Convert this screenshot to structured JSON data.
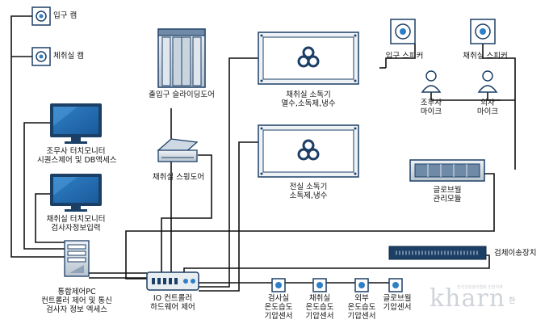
{
  "labels": {
    "entrance_cam": "입구 캠",
    "collection_cam": "체취실 캠",
    "reception_monitor": [
      "조무사 터치모니터",
      "시퀀스제어 및 DB액세스"
    ],
    "collection_monitor": [
      "채취실 터치모니터",
      "검사자정보입력"
    ],
    "main_pc": [
      "통합제어PC",
      "컨트롤러 제어 및 통신",
      "검사자 정보 엑세스"
    ],
    "io_controller": [
      "IO 컨트롤러",
      "하드웨어 제어"
    ],
    "sliding_door": "출입구 슬라이딩도어",
    "swing_door": "채취실 스윙도어",
    "collection_sterilizer": [
      "채취실 소독기",
      "열수,소독제,냉수"
    ],
    "front_sterilizer": [
      "전실 소독기",
      "소독제,냉수"
    ],
    "entrance_speaker": "입구 스피커",
    "collection_speaker": "채취실 스피커",
    "assistant_mic": [
      "조무사",
      "마이크"
    ],
    "doctor_mic": [
      "의사",
      "마이크"
    ],
    "glovewall_module": [
      "글로브월",
      "관리모듈"
    ],
    "specimen_transfer": "검체이송장치",
    "sensor_inspection": [
      "검사실",
      "온도습도",
      "기압센서"
    ],
    "sensor_collection": [
      "채취실",
      "온도습도",
      "기압센서"
    ],
    "sensor_external": [
      "외부",
      "온도습도",
      "기압센서"
    ],
    "sensor_glovewall": [
      "글로브월",
      "기압센서"
    ]
  },
  "watermark": "kharn",
  "watermark_suffix": "한",
  "watermark_caption": "한국건강관리협회 인천지부"
}
